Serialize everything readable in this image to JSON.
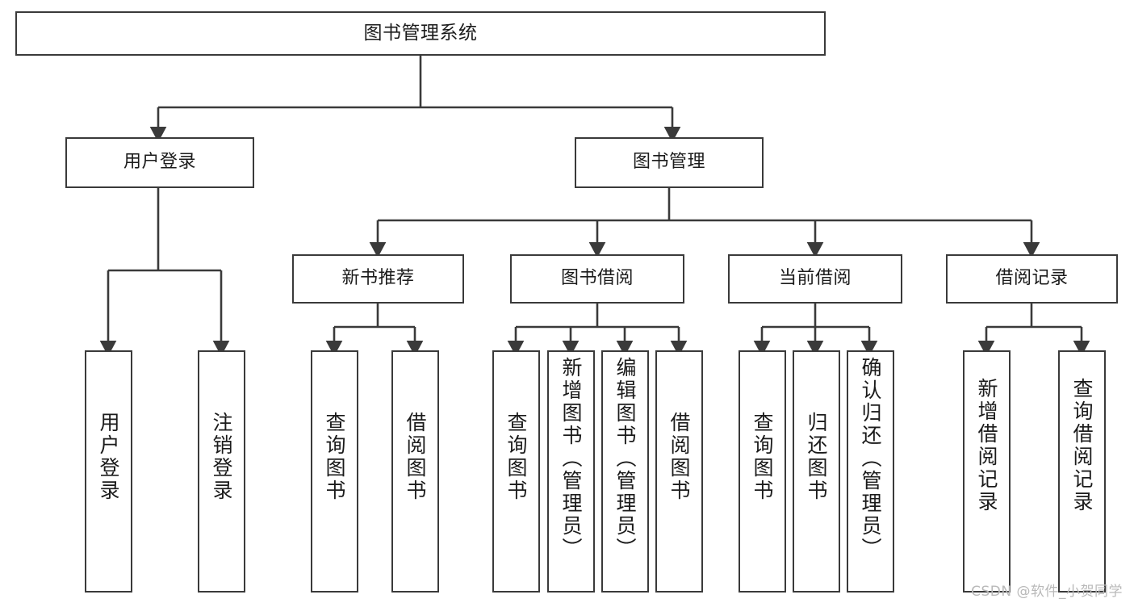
{
  "diagram": {
    "type": "tree-hierarchy",
    "title": "图书管理系统",
    "orientation": "top-down",
    "line_color": "#3a3a3a",
    "box_fill": "#ffffff",
    "text_color": "#1b1b1b",
    "nodes": {
      "root": {
        "label": "图书管理系统"
      },
      "level2": [
        {
          "label": "用户登录"
        },
        {
          "label": "图书管理"
        }
      ],
      "level3": [
        {
          "label": "新书推荐"
        },
        {
          "label": "图书借阅"
        },
        {
          "label": "当前借阅"
        },
        {
          "label": "借阅记录"
        }
      ],
      "leaves": {
        "user_login": [
          {
            "label": "用户登录"
          },
          {
            "label": "注销登录"
          }
        ],
        "new_book": [
          {
            "label": "查询图书"
          },
          {
            "label": "借阅图书"
          }
        ],
        "book_borrow": [
          {
            "label": "查询图书"
          },
          {
            "label": "新增图书（管理员）"
          },
          {
            "label": "编辑图书（管理员）"
          },
          {
            "label": "借阅图书"
          }
        ],
        "current_borrow": [
          {
            "label": "查询图书"
          },
          {
            "label": "归还图书"
          },
          {
            "label": "确认归还（管理员）"
          }
        ],
        "borrow_record": [
          {
            "label": "新增借阅记录"
          },
          {
            "label": "查询借阅记录"
          }
        ]
      }
    },
    "watermark": "CSDN @软件_小贺同学"
  }
}
